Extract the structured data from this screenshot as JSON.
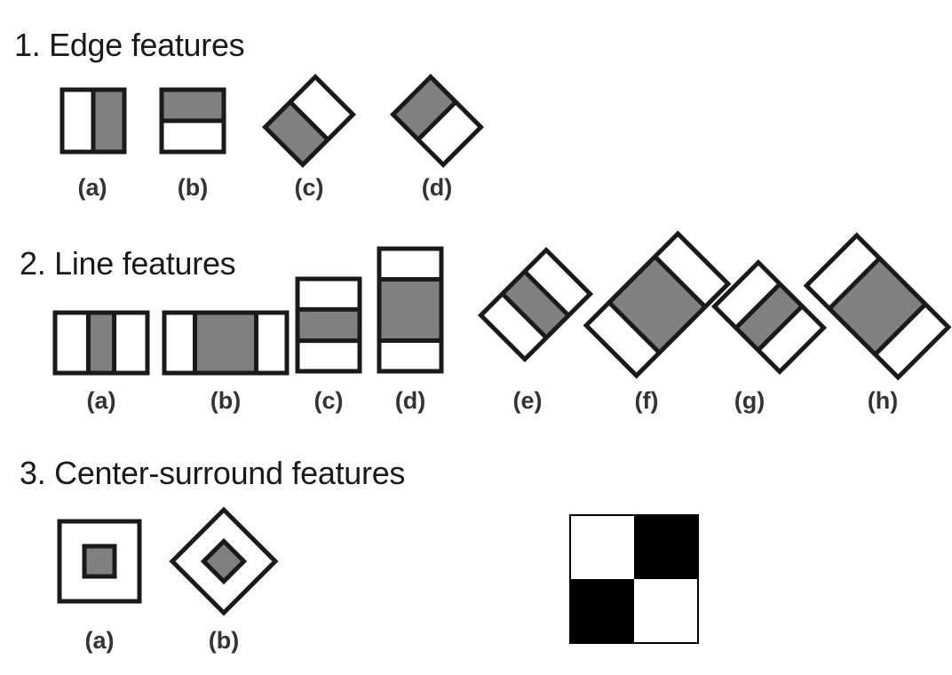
{
  "colors": {
    "stroke": "#1a1a1a",
    "light": "#ffffff",
    "gray": "#808080",
    "black": "#000000"
  },
  "sections": [
    {
      "title": "1. Edge features",
      "labels": [
        "(a)",
        "(b)",
        "(c)",
        "(d)"
      ]
    },
    {
      "title": "2. Line features",
      "labels": [
        "(a)",
        "(b)",
        "(c)",
        "(d)",
        "(e)",
        "(f)",
        "(g)",
        "(h)"
      ]
    },
    {
      "title": "3. Center-surround features",
      "labels": [
        "(a)",
        "(b)"
      ]
    }
  ]
}
